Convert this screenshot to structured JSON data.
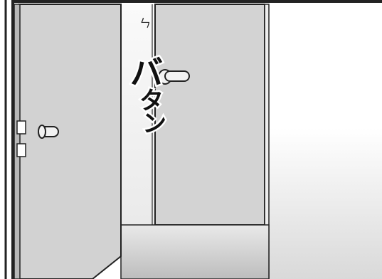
{
  "scene": {
    "sound_effect": "バタン",
    "sound_effect_chars": [
      "バ",
      "タ",
      "ン"
    ],
    "small_mark": "ㄣ"
  },
  "colors": {
    "panel_border": "#222222",
    "door_gray": "#d2d2d2",
    "door_shadow": "#b8b8b8",
    "wall_white": "#ffffff",
    "floor_gray": "#cfcfcf",
    "handle": "#f2f2f2",
    "outline": "#111111"
  }
}
